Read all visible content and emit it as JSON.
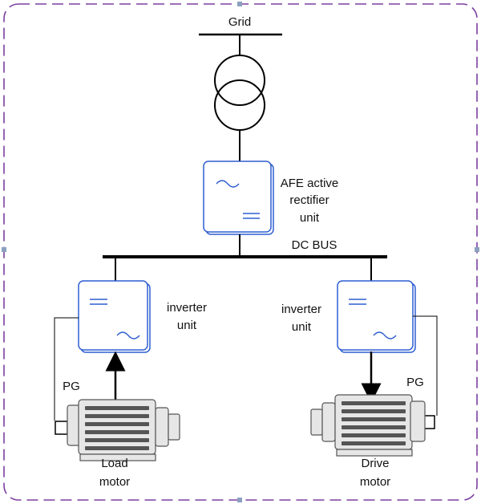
{
  "labels": {
    "grid": "Grid",
    "afe_line1": "AFE active",
    "afe_line2": "rectifier",
    "afe_line3": "unit",
    "dc_bus": "DC BUS",
    "inv_left_line1": "inverter",
    "inv_left_line2": "unit",
    "inv_right_line1": "inverter",
    "inv_right_line2": "unit",
    "pg_left": "PG",
    "pg_right": "PG",
    "load_line1": "Load",
    "load_line2": "motor",
    "drive_line1": "Drive",
    "drive_line2": "motor"
  },
  "colors": {
    "frame_border": "#7B3FA0",
    "converter_blue": "#2F5FD0",
    "line": "#000000",
    "motor_fill": "#E6E6E6",
    "motor_stroke": "#555555"
  },
  "icons": {
    "ac_symbol": "tilde",
    "dc_symbol": "double-line"
  }
}
